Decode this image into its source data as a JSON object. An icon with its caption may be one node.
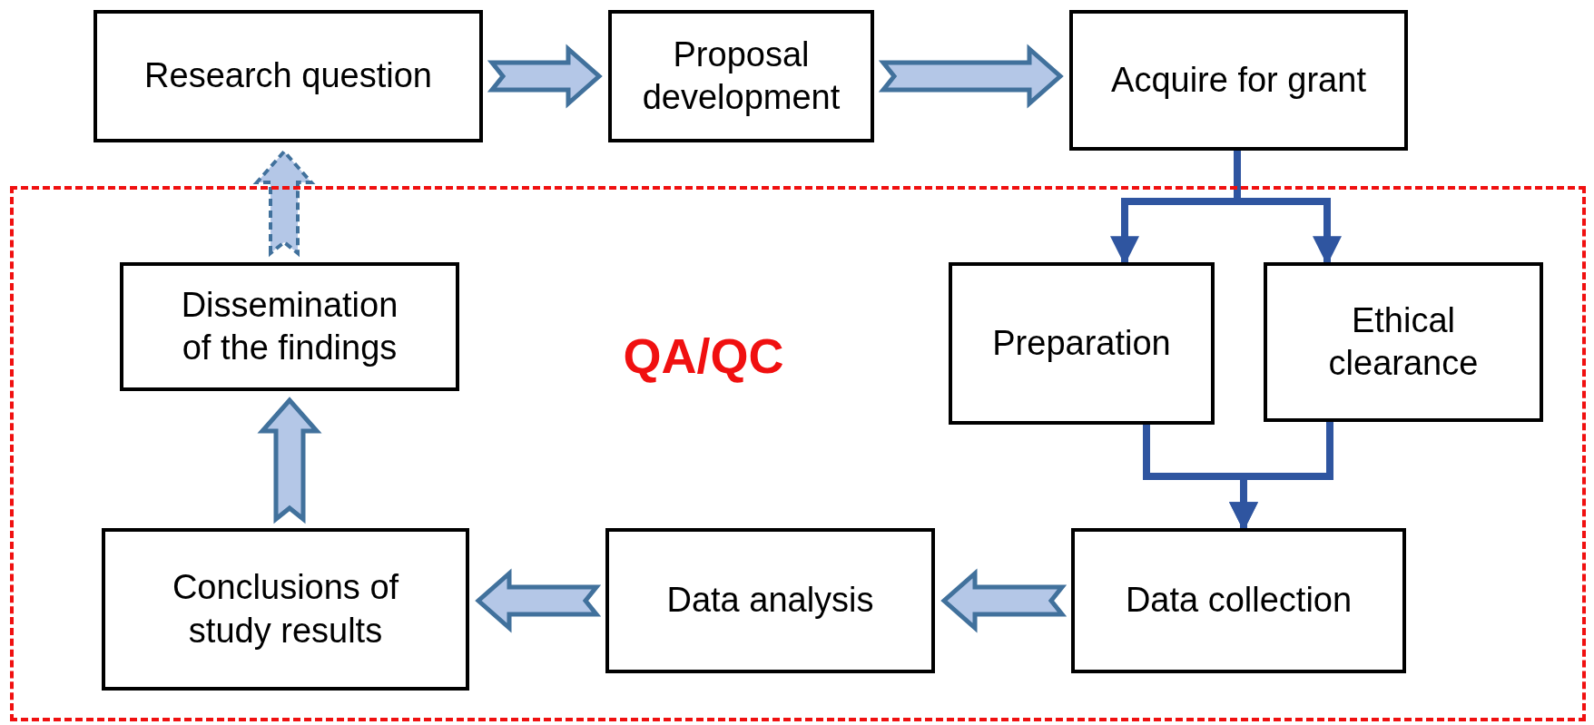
{
  "diagram": {
    "nodes": [
      {
        "text": [
          "Research question"
        ]
      },
      {
        "text": [
          "Proposal development"
        ]
      },
      {
        "text": [
          "Acquire for grant"
        ]
      },
      {
        "text": [
          "QA/QC"
        ]
      },
      {
        "text": [
          "Dissemination of the findings"
        ],
        "in": 3
      },
      {
        "text": [
          "Preparation"
        ],
        "in": 3
      },
      {
        "text": [
          "Ethical clearance"
        ],
        "in": 3
      },
      {
        "text": [
          "Conclusions of study results"
        ],
        "in": 3
      },
      {
        "text": [
          "Data analysis"
        ],
        "in": 3
      },
      {
        "text": [
          "Data collection"
        ],
        "in": 3
      }
    ],
    "edges": [
      {
        "from": 0,
        "to": 1,
        "arrow": "to",
        "style": "thick"
      },
      {
        "from": 1,
        "to": 2,
        "arrow": "to",
        "style": "thick"
      },
      {
        "from": 2,
        "to": 5,
        "arrow": "to"
      },
      {
        "from": 2,
        "to": 6,
        "arrow": "to"
      },
      {
        "from": 5,
        "to": 9,
        "arrow": "to"
      },
      {
        "from": 6,
        "to": 9,
        "arrow": "to"
      },
      {
        "from": 9,
        "to": 8,
        "arrow": "to",
        "style": "thick"
      },
      {
        "from": 8,
        "to": 7,
        "arrow": "to",
        "style": "thick"
      },
      {
        "from": 7,
        "to": 4,
        "arrow": "to",
        "style": "thick"
      },
      {
        "from": 4,
        "to": 0,
        "arrow": "to",
        "style": "dashed"
      }
    ]
  }
}
